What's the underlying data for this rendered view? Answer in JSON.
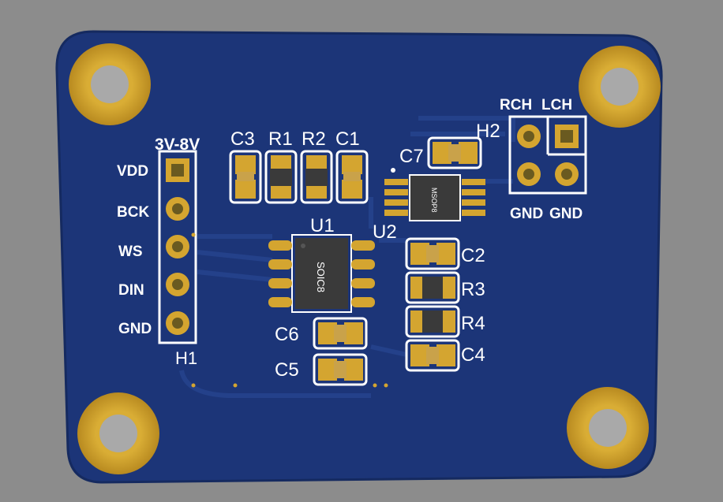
{
  "board": {
    "power_label": "3V-8V",
    "h1_pins": [
      "VDD",
      "BCK",
      "WS",
      "DIN",
      "GND"
    ],
    "h1_designator": "H1",
    "h2_designator": "H2",
    "h2_top_labels": [
      "RCH",
      "LCH"
    ],
    "h2_bottom_labels": [
      "GND",
      "GND"
    ],
    "u1_designator": "U1",
    "u1_package": "SOIC8",
    "u2_designator": "U2",
    "u2_package": "MSOP8",
    "top_row": [
      "C3",
      "R1",
      "R2",
      "C1"
    ],
    "c7": "C7",
    "right_column": [
      "C2",
      "R3",
      "R4",
      "C4"
    ],
    "c6": "C6",
    "c5": "C5"
  },
  "colors": {
    "background": "#8c8c8c",
    "board": "#1c3578",
    "copper": "#d4a530",
    "silkscreen": "#ffffff",
    "ic_body": "#3a3a3a"
  }
}
